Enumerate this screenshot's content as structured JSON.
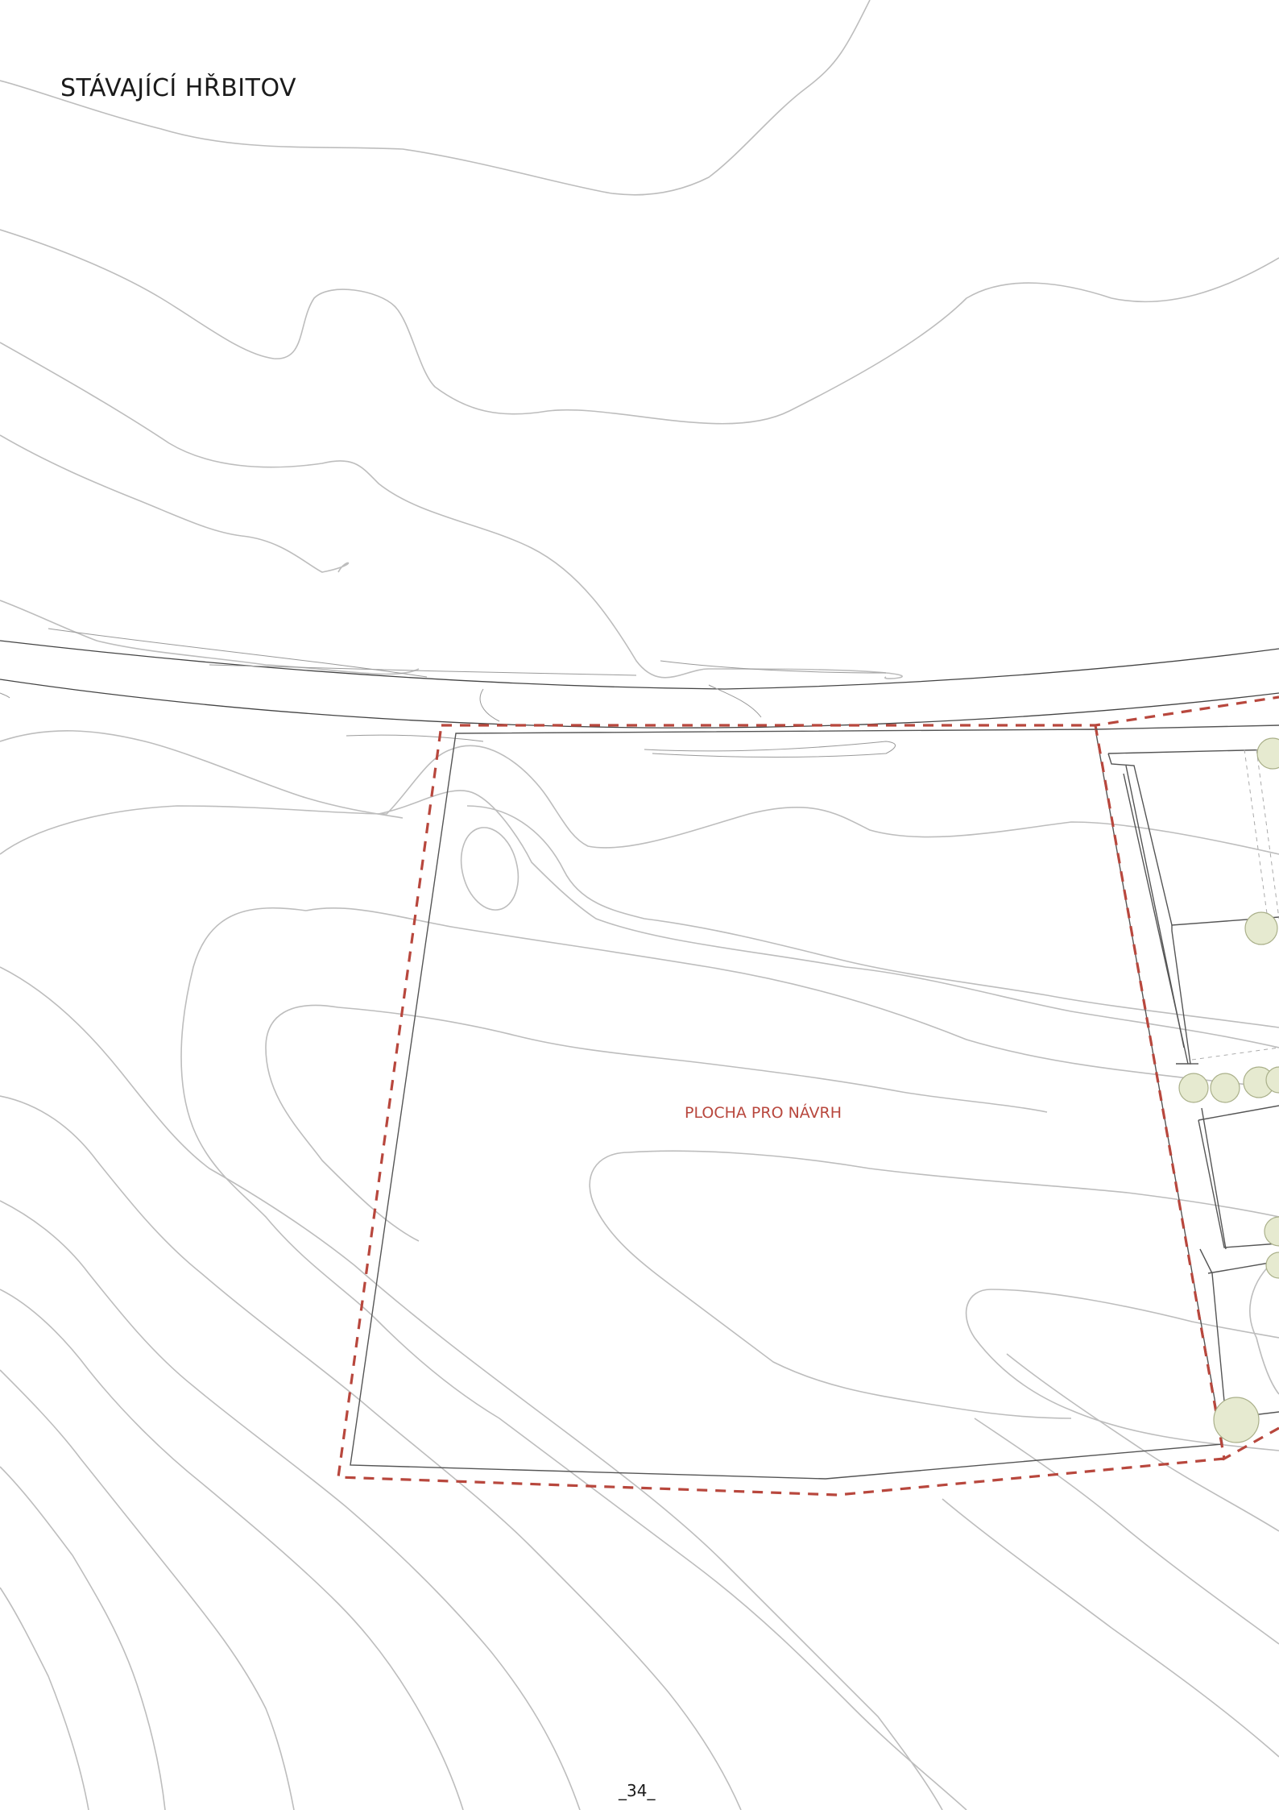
{
  "title": "STÁVAJÍCÍ HŘBITOV",
  "map_label": "PLOCHA PRO NÁVRH",
  "page_number": "_34_",
  "colors": {
    "boundary": "#b8473d",
    "label": "#b8473d",
    "contour": "#bdbdbd",
    "tree_fill": "#e6ead0"
  },
  "legend": []
}
